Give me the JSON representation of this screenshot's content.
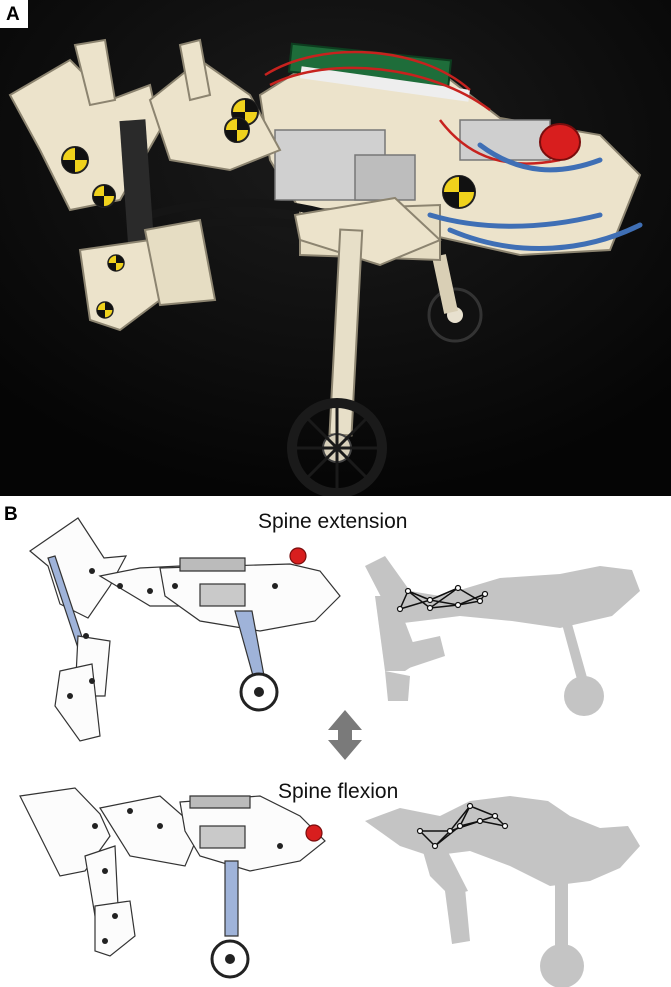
{
  "figure": {
    "panel_a": {
      "label": "A"
    },
    "panel_b": {
      "label": "B",
      "extension_caption": "Spine extension",
      "flexion_caption": "Spine flexion"
    },
    "colors": {
      "photo_background": "#080808",
      "robot_body": "#efe6cf",
      "silhouette": "#c4c4c4",
      "arrow": "#7a7a7a",
      "accent_red": "#d81e1e",
      "hose_blue": "#3f6fb5"
    }
  }
}
